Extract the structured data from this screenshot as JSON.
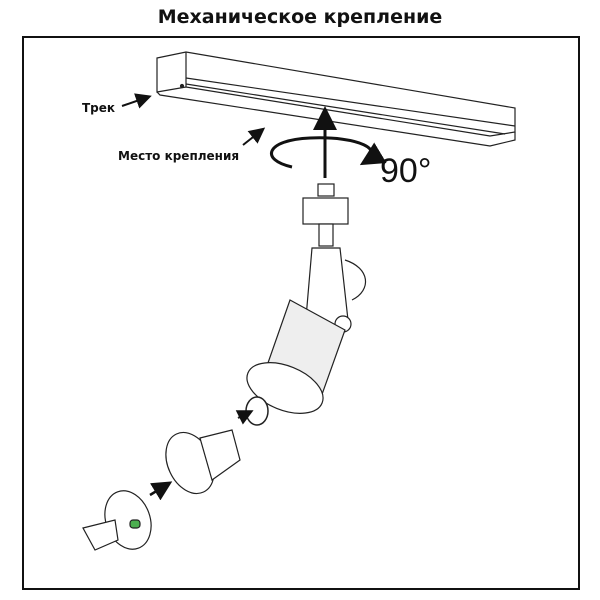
{
  "title": "Механическое крепление",
  "labels": {
    "track": "Трек",
    "mount_point": "Место крепления",
    "rotation": "90°"
  }
}
